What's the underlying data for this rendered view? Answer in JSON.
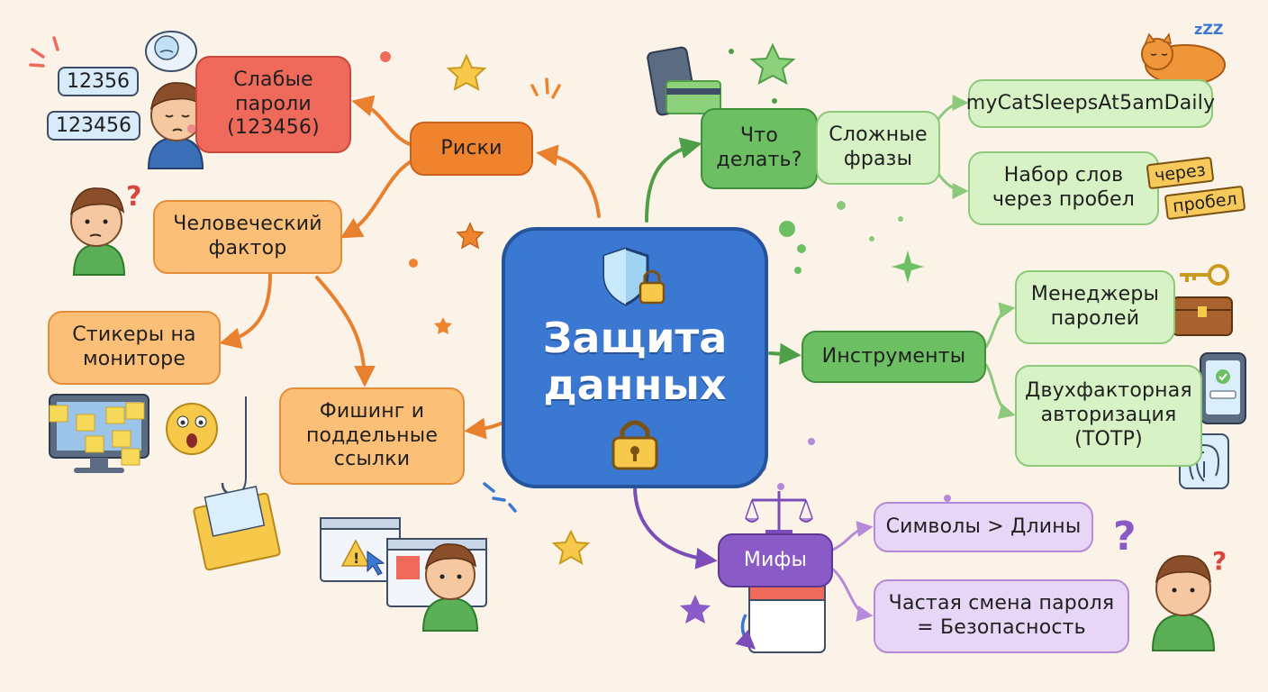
{
  "central": {
    "title": "Защита\nданных"
  },
  "branches": {
    "risks": {
      "label": "Риски",
      "weak_passwords": "Слабые\nпароли\n(123456)",
      "human_factor": "Человеческий\nфактор",
      "stickers": "Стикеры на\nмониторе",
      "phishing": "Фишинг и\nподдельные\nссылки",
      "password_tags": [
        "12356",
        "123456"
      ]
    },
    "todo": {
      "label": "Что\nделать?",
      "complex_phrases": "Сложные\nфразы",
      "example_phrase": "myCatSleepsAt5amDaily",
      "words_space": "Набор слов\nчерез пробел",
      "word_tags": [
        "через",
        "пробел"
      ]
    },
    "tools": {
      "label": "Инструменты",
      "password_managers": "Менеджеры\nпаролей",
      "two_factor": "Двухфакторная\nавторизация\n(TOTP)"
    },
    "myths": {
      "label": "Мифы",
      "symbols_length": "Символы > Длины",
      "frequent_change": "Частая смена пароля\n= Безопасность"
    }
  },
  "decor": {
    "sleep_text": "zZZ"
  },
  "colors": {
    "central": "#3b78d2",
    "risks_arrows": "#e8802e",
    "todo_arrows": "#4f9f48",
    "tools_arrows": "#4f9f48",
    "myths_arrows": "#7b4db8"
  }
}
